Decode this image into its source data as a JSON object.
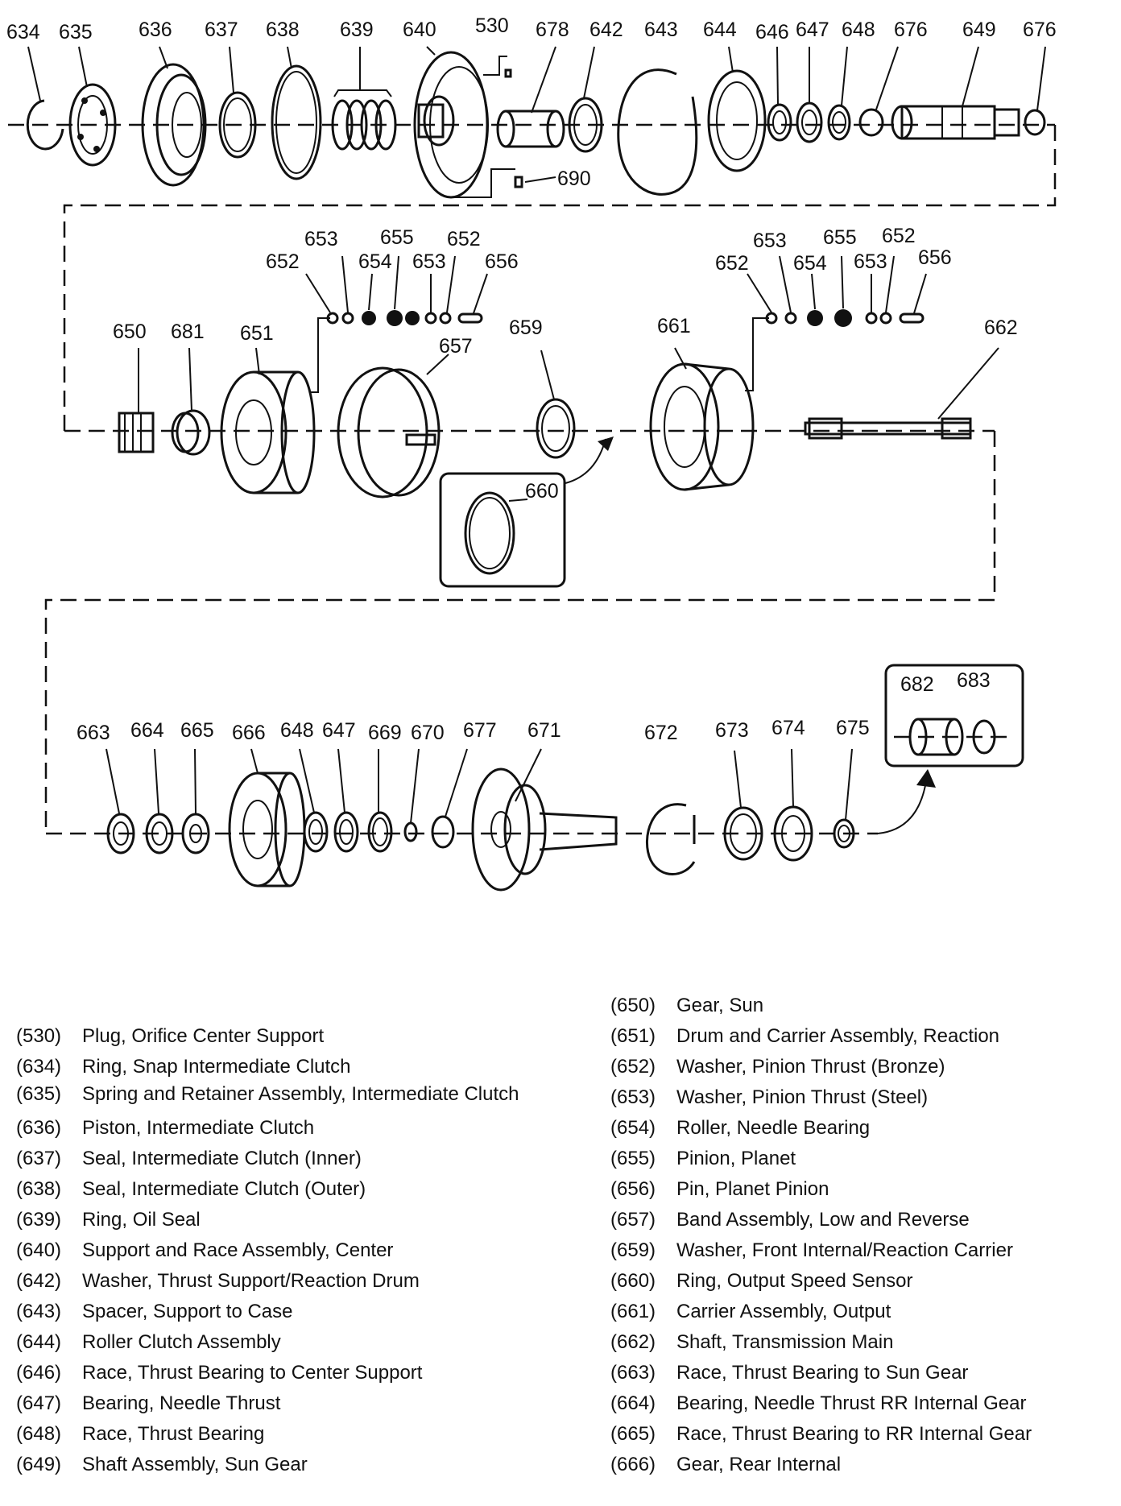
{
  "callouts": {
    "row1": [
      "634",
      "635",
      "636",
      "637",
      "638",
      "639",
      "640",
      "530",
      "678",
      "642",
      "643",
      "644",
      "646",
      "647",
      "648",
      "676",
      "649",
      "676"
    ],
    "n690": "690",
    "row2": [
      "650",
      "681",
      "651",
      "652",
      "653",
      "654",
      "655",
      "653",
      "652",
      "656",
      "657",
      "659",
      "660",
      "661",
      "652",
      "653",
      "654",
      "655",
      "653",
      "652",
      "656",
      "662"
    ],
    "row3": [
      "663",
      "664",
      "665",
      "666",
      "648",
      "647",
      "669",
      "670",
      "677",
      "671",
      "672",
      "673",
      "674",
      "675",
      "682",
      "683"
    ]
  },
  "legend": {
    "left": [
      {
        "num": "(530)",
        "text": "Plug, Orifice Center Support"
      },
      {
        "num": "(634)",
        "text": "Ring, Snap Intermediate Clutch"
      },
      {
        "num": "(635)",
        "text": "Spring and Retainer Assembly, Intermediate Clutch"
      },
      {
        "num": "(636)",
        "text": "Piston, Intermediate Clutch"
      },
      {
        "num": "(637)",
        "text": "Seal, Intermediate Clutch (Inner)"
      },
      {
        "num": "(638)",
        "text": "Seal, Intermediate Clutch (Outer)"
      },
      {
        "num": "(639)",
        "text": "Ring, Oil Seal"
      },
      {
        "num": "(640)",
        "text": "Support and Race Assembly, Center"
      },
      {
        "num": "(642)",
        "text": "Washer, Thrust Support/Reaction Drum"
      },
      {
        "num": "(643)",
        "text": "Spacer, Support to Case"
      },
      {
        "num": "(644)",
        "text": "Roller Clutch Assembly"
      },
      {
        "num": "(646)",
        "text": "Race, Thrust Bearing to Center Support"
      },
      {
        "num": "(647)",
        "text": "Bearing, Needle Thrust"
      },
      {
        "num": "(648)",
        "text": "Race, Thrust Bearing"
      },
      {
        "num": "(649)",
        "text": "Shaft Assembly, Sun Gear"
      }
    ],
    "right": [
      {
        "num": "(650)",
        "text": "Gear, Sun"
      },
      {
        "num": "(651)",
        "text": "Drum and Carrier Assembly, Reaction"
      },
      {
        "num": "(652)",
        "text": "Washer, Pinion Thrust (Bronze)"
      },
      {
        "num": "(653)",
        "text": "Washer, Pinion Thrust (Steel)"
      },
      {
        "num": "(654)",
        "text": "Roller, Needle Bearing"
      },
      {
        "num": "(655)",
        "text": "Pinion, Planet"
      },
      {
        "num": "(656)",
        "text": "Pin, Planet Pinion"
      },
      {
        "num": "(657)",
        "text": "Band Assembly, Low and Reverse"
      },
      {
        "num": "(659)",
        "text": "Washer, Front Internal/Reaction Carrier"
      },
      {
        "num": "(660)",
        "text": "Ring, Output Speed Sensor"
      },
      {
        "num": "(661)",
        "text": "Carrier Assembly, Output"
      },
      {
        "num": "(662)",
        "text": "Shaft, Transmission Main"
      },
      {
        "num": "(663)",
        "text": "Race, Thrust Bearing to Sun Gear"
      },
      {
        "num": "(664)",
        "text": "Bearing, Needle Thrust RR Internal Gear"
      },
      {
        "num": "(665)",
        "text": "Race, Thrust Bearing to RR Internal Gear"
      },
      {
        "num": "(666)",
        "text": "Gear, Rear Internal"
      }
    ]
  }
}
